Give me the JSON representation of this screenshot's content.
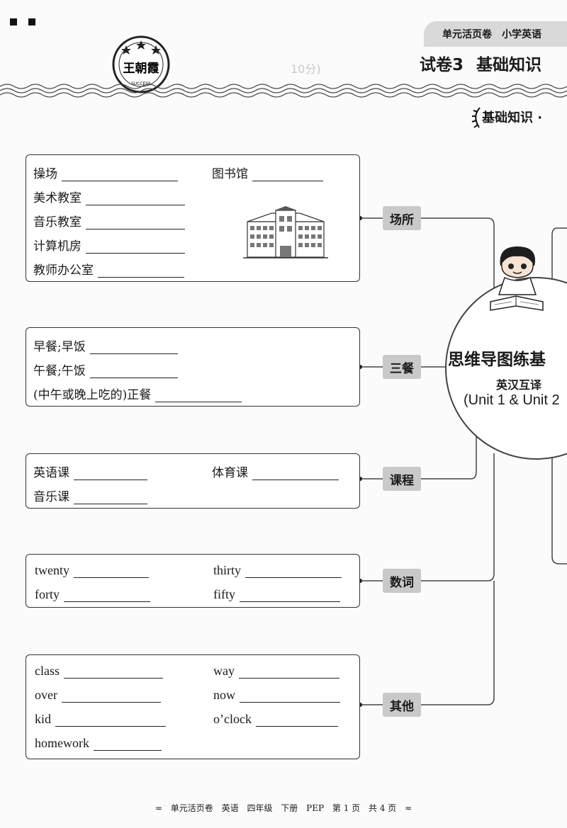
{
  "header": {
    "tab_labels": [
      "单元活页卷",
      "小学英语"
    ],
    "paper_no": "试卷3",
    "paper_title": "基础知识",
    "ghost_text": "10分)",
    "logo_name": "王朝霞",
    "logo_text": "SUCCESS"
  },
  "section_title": "基础知识 ·",
  "mindmap": {
    "center_title": "思维导图练基",
    "center_sub1": "英汉互译",
    "center_sub2": "(Unit 1 & Unit 2"
  },
  "groups": [
    {
      "category": "场所",
      "items": [
        "操场",
        "图书馆",
        "美术教室",
        "音乐教室",
        "计算机房",
        "教师办公室"
      ]
    },
    {
      "category": "三餐",
      "items": [
        "早餐;早饭",
        "午餐;午饭",
        "(中午或晚上吃的)正餐"
      ]
    },
    {
      "category": "课程",
      "items": [
        "英语课",
        "体育课",
        "音乐课"
      ]
    },
    {
      "category": "数词",
      "items": [
        "twenty",
        "thirty",
        "forty",
        "fifty"
      ]
    },
    {
      "category": "其他",
      "items": [
        "class",
        "way",
        "over",
        "now",
        "kid",
        "o’clock",
        "homework"
      ]
    }
  ],
  "footer": {
    "parts": [
      "单元活页卷",
      "英语",
      "四年级",
      "下册",
      "PEP",
      "第 1 页",
      "共 4 页"
    ]
  }
}
